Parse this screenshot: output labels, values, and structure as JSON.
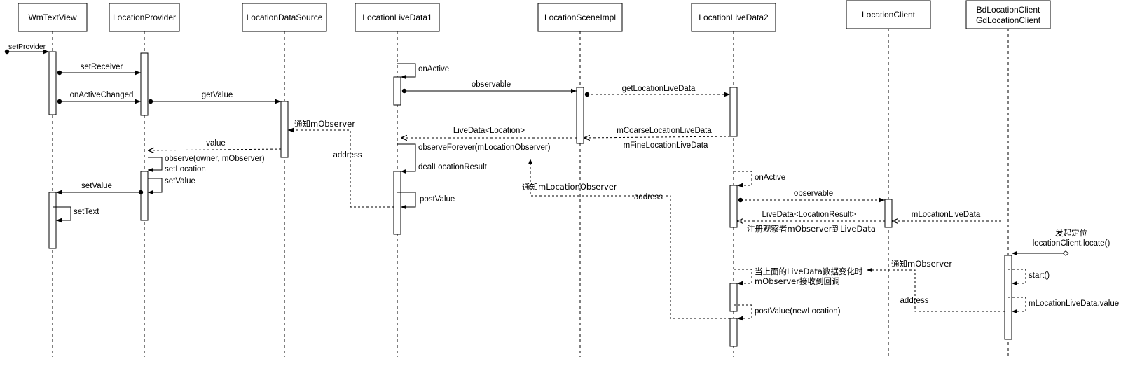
{
  "participants": {
    "wmtextview": "WmTextView",
    "locationprovider": "LocationProvider",
    "locationdatasource": "LocationDataSource",
    "locationlivedata1": "LocationLiveData1",
    "locationsceneimpl": "LocationSceneImpl",
    "locationlivedata2": "LocationLiveData2",
    "locationclient": "LocationClient",
    "bdclient_line1": "BdLocationClient",
    "bdclient_line2": "GdLocationClient"
  },
  "messages": {
    "set_provider": "setProvider",
    "set_receiver": "setReceiver",
    "on_active_changed": "onActiveChanged",
    "get_value": "getValue",
    "notify_observer_ds": "通知mObserver",
    "value": "value",
    "address_left": "address",
    "observe_owner": "observe(owner, mObserver)",
    "set_location": "setLocation",
    "set_value_self": "setValue",
    "set_value_to_view": "setValue",
    "set_text": "setText",
    "on_active_1": "onActive",
    "observable_1": "observable",
    "get_location_live_data": "getLocationLiveData",
    "live_data_location": "LiveData<Location>",
    "coarse_live_data": "mCoarseLocationLiveData",
    "fine_live_data": "mFineLocationLiveData",
    "observe_forever": "observeForever(mLocationObserver)",
    "deal_location_result": "dealLocationResult",
    "post_value": "postValue",
    "notify_location_observer": "通知mLocationObserver",
    "address_mid": "address",
    "on_active_2": "onActive",
    "observable_2": "observable",
    "live_data_location_result": "LiveData<LocationResult>",
    "m_location_live_data": "mLocationLiveData",
    "register_observer": "注册观察者mObserver到LiveData",
    "start_locate_1": "发起定位",
    "start_locate_2": "locationClient.locate()",
    "when_changed_1": "当上面的LiveData数据变化时",
    "when_changed_2": "mObserver接收到回调",
    "notify_observer_client": "通知mObserver",
    "start": "start()",
    "address_right": "address",
    "m_location_live_data_value": "mLocationLiveData.value",
    "post_value_new": "postValue(newLocation)"
  }
}
